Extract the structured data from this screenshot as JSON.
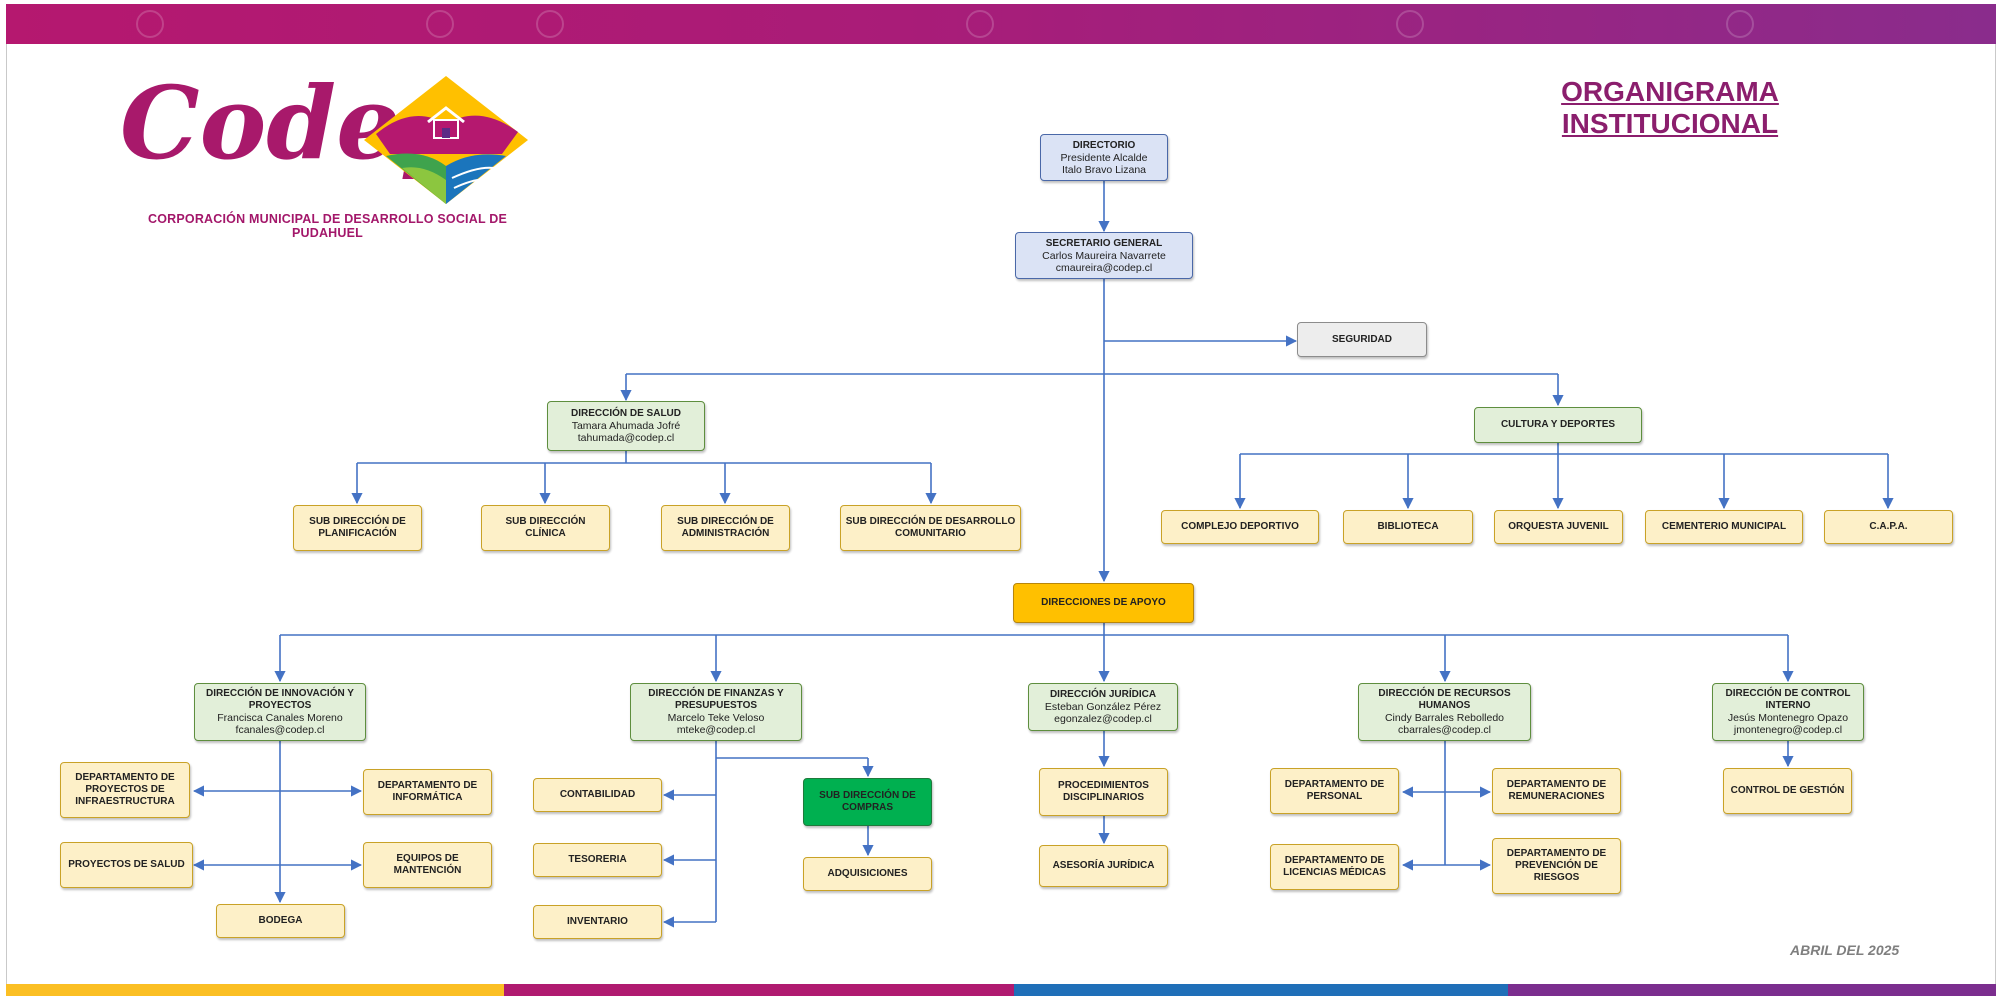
{
  "header": {
    "title_line1": "ORGANIGRAMA",
    "title_line2": "INSTITUCIONAL",
    "logo_text": "Codep",
    "org_name": "CORPORACIÓN MUNICIPAL DE DESARROLLO SOCIAL DE PUDAHUEL"
  },
  "colors": {
    "brand": "#a8196b",
    "box_blue": "#dbe3f5",
    "box_green": "#e2efd9",
    "box_yellow": "#fdf0c8",
    "box_orange": "#ffc000",
    "box_dark_green": "#00b050",
    "connector": "#4472c4"
  },
  "top": {
    "directorio": {
      "title": "DIRECTORIO",
      "line1": "Presidente Alcalde",
      "line2": "Italo Bravo Lizana"
    },
    "secretario": {
      "title": "SECRETARIO GENERAL",
      "line1": "Carlos Maureira Navarrete",
      "line2": "cmaureira@codep.cl"
    },
    "seguridad": {
      "title": "SEGURIDAD"
    }
  },
  "salud": {
    "title": "DIRECCIÓN DE SALUD",
    "line1": "Tamara Ahumada Jofré",
    "line2": "tahumada@codep.cl",
    "subs": [
      "SUB DIRECCIÓN DE PLANIFICACIÓN",
      "SUB DIRECCIÓN CLÍNICA",
      "SUB DIRECCIÓN DE ADMINISTRACIÓN",
      "SUB DIRECCIÓN DE DESARROLLO COMUNITARIO"
    ]
  },
  "cultura": {
    "title": "CULTURA Y DEPORTES",
    "subs": [
      "COMPLEJO DEPORTIVO",
      "BIBLIOTECA",
      "ORQUESTA JUVENIL",
      "CEMENTERIO MUNICIPAL",
      "C.A.P.A."
    ]
  },
  "apoyo": {
    "title": "DIRECCIONES DE APOYO"
  },
  "innovacion": {
    "title": "DIRECCIÓN DE INNOVACIÓN Y PROYECTOS",
    "line1": "Francisca Canales Moreno",
    "line2": "fcanales@codep.cl",
    "subs": [
      "DEPARTAMENTO DE PROYECTOS DE INFRAESTRUCTURA",
      "DEPARTAMENTO DE INFORMÁTICA",
      "PROYECTOS DE SALUD",
      "EQUIPOS DE MANTENCIÓN",
      "BODEGA"
    ]
  },
  "finanzas": {
    "title": "DIRECCIÓN DE FINANZAS Y PRESUPUESTOS",
    "line1": "Marcelo Teke Veloso",
    "line2": "mteke@codep.cl",
    "subs": [
      "CONTABILIDAD",
      "TESORERIA",
      "INVENTARIO"
    ],
    "compras": "SUB DIRECCIÓN DE COMPRAS",
    "adquisiciones": "ADQUISICIONES"
  },
  "juridica": {
    "title": "DIRECCIÓN JURÍDICA",
    "line1": "Esteban González Pérez",
    "line2": "egonzalez@codep.cl",
    "subs": [
      "PROCEDIMIENTOS DISCIPLINARIOS",
      "ASESORÍA JURÍDICA"
    ]
  },
  "rrhh": {
    "title": "DIRECCIÓN DE RECURSOS HUMANOS",
    "line1": "Cindy Barrales Rebolledo",
    "line2": "cbarrales@codep.cl",
    "subs": [
      "DEPARTAMENTO DE PERSONAL",
      "DEPARTAMENTO DE REMUNERACIONES",
      "DEPARTAMENTO DE LICENCIAS MÉDICAS",
      "DEPARTAMENTO DE PREVENCIÓN DE RIESGOS"
    ]
  },
  "control": {
    "title": "DIRECCIÓN DE CONTROL INTERNO",
    "line1": "Jesús Montenegro Opazo",
    "line2": "jmontenegro@codep.cl",
    "subs": [
      "CONTROL DE GESTIÓN"
    ]
  },
  "footer": {
    "date": "ABRIL DEL 2025"
  }
}
